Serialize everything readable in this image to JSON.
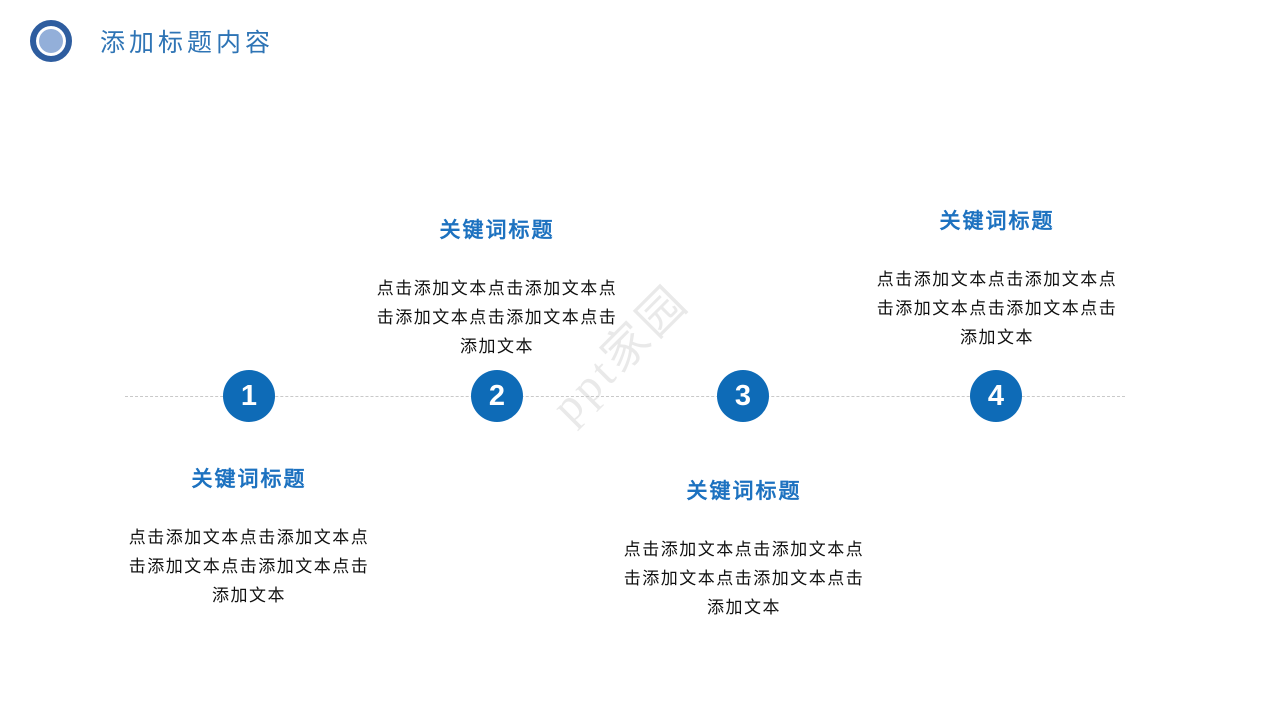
{
  "header": {
    "title": "添加标题内容"
  },
  "watermark": {
    "text": "ppt家园"
  },
  "timeline": {
    "items": [
      {
        "number": "1",
        "title": "关键词标题",
        "body": "点击添加文本点击添加文本点击添加文本点击添加文本点击添加文本",
        "text_position": "below"
      },
      {
        "number": "2",
        "title": "关键词标题",
        "body": "点击添加文本点击添加文本点击添加文本点击添加文本点击添加文本",
        "text_position": "above"
      },
      {
        "number": "3",
        "title": "关键词标题",
        "body": "点击添加文本点击添加文本点击添加文本点击添加文本点击添加文本",
        "text_position": "below"
      },
      {
        "number": "4",
        "title": "关键词标题",
        "body": "点击添加文本点击添加文本点击添加文本点击添加文本点击添加文本",
        "text_position": "above"
      }
    ]
  },
  "colors": {
    "accent_blue": "#0e6bb7",
    "title_blue": "#2e74b5",
    "keyword_blue": "#1d72c0",
    "body_text": "#111111",
    "line_gray": "#c9c9c9"
  }
}
